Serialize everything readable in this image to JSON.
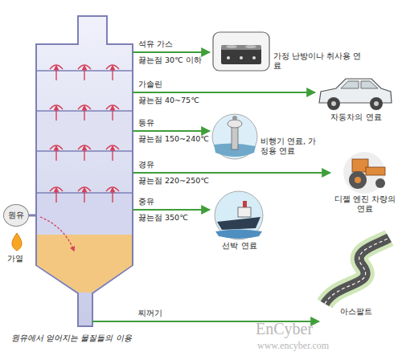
{
  "diagram": {
    "caption": "원유에서 얻어지는 물질들의 이용",
    "nodes": [
      {
        "text": [
          "석유 가스",
          "끓는점 30℃ 이하"
        ]
      },
      {
        "text": [
          "가정 난방이나 취사용 연료"
        ]
      },
      {
        "text": [
          "가솔린",
          "끓는점 40~75℃"
        ]
      },
      {
        "text": [
          "자동차의 연료"
        ]
      },
      {
        "text": [
          "등유",
          "끓는점 150~240℃"
        ]
      },
      {
        "text": [
          "비행기 연료, 가정용 연료"
        ]
      },
      {
        "text": [
          "경유",
          "끓는점 220~250℃"
        ]
      },
      {
        "text": [
          "디젤 엔진 차량의 연료"
        ]
      },
      {
        "text": [
          "중유",
          "끓는점 350℃"
        ]
      },
      {
        "text": [
          "선박 연료"
        ]
      },
      {
        "text": [
          "원유"
        ]
      },
      {
        "text": [
          "찌꺼기"
        ]
      },
      {
        "text": [
          "아스팔트"
        ]
      }
    ],
    "edges": [
      {
        "from": 0,
        "to": 1,
        "arrow": "to"
      },
      {
        "from": 2,
        "to": 3,
        "arrow": "to"
      },
      {
        "from": 4,
        "to": 5,
        "arrow": "to"
      },
      {
        "from": 6,
        "to": 7,
        "arrow": "to"
      },
      {
        "from": 8,
        "to": 9,
        "arrow": "to"
      },
      {
        "from": 11,
        "to": 12,
        "arrow": "to"
      }
    ],
    "labels": [
      "가열",
      "EnCyber",
      "www.encyber.com"
    ]
  }
}
